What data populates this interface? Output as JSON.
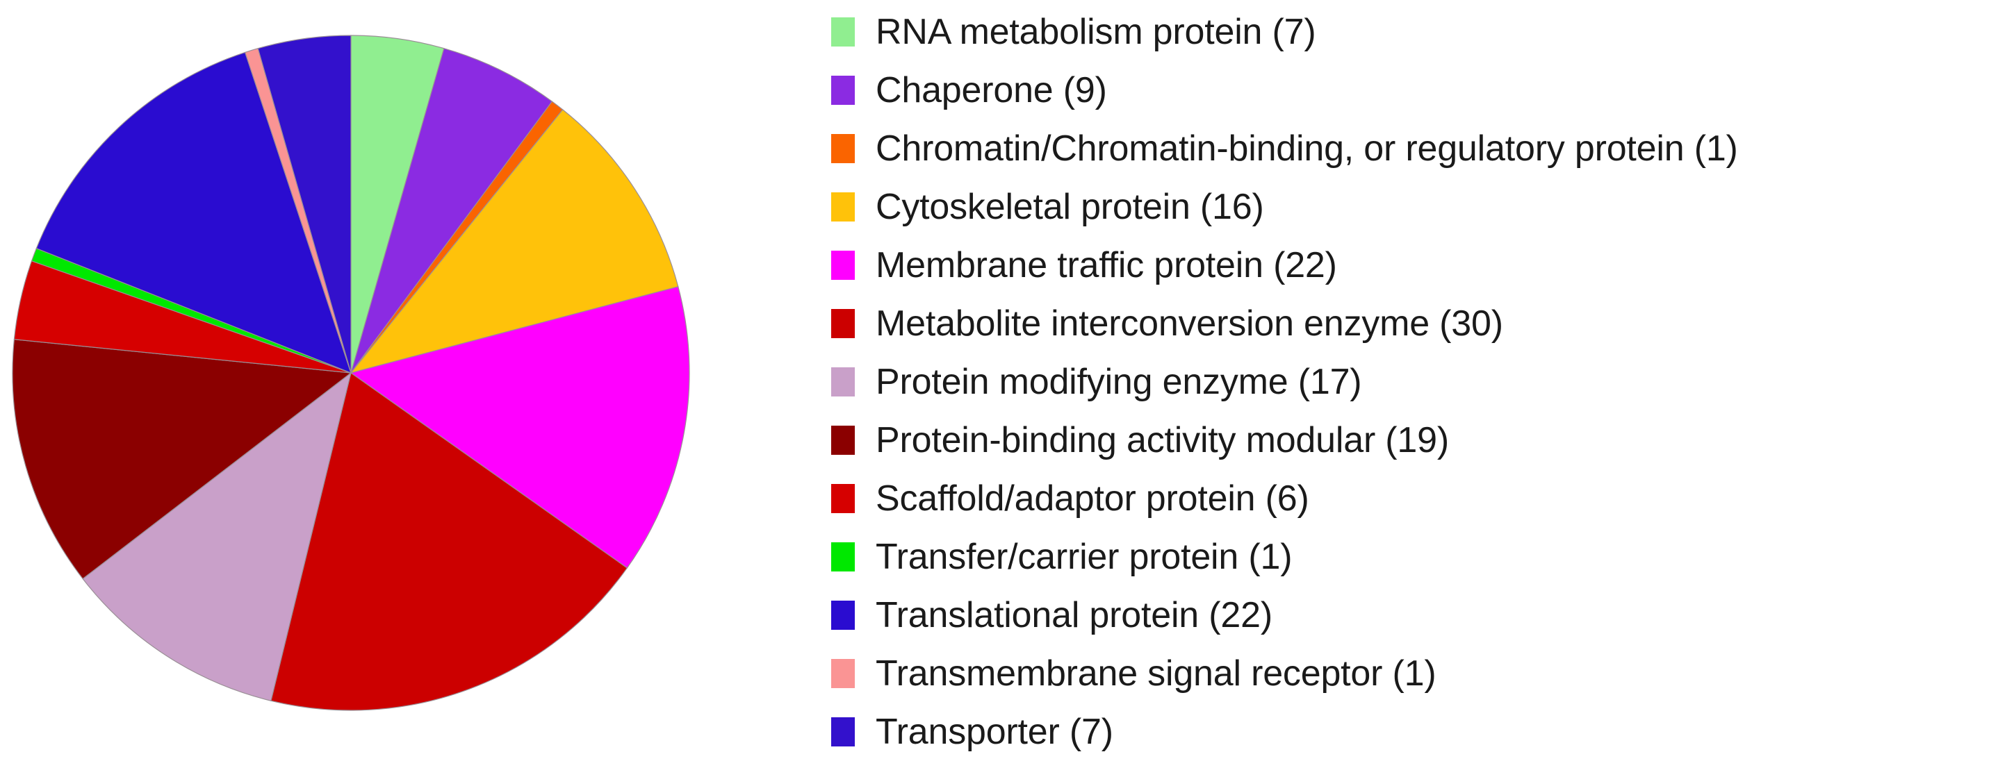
{
  "chart_data": {
    "type": "pie",
    "title": "",
    "xlabel": "",
    "ylabel": "",
    "total": 158,
    "start_angle_deg": 0,
    "direction": "clockwise",
    "legend_position": "right",
    "grid": false,
    "categories": [
      "RNA metabolism protein",
      "Chaperone",
      "Chromatin/Chromatin-binding, or regulatory protein",
      "Cytoskeletal protein",
      "Membrane traffic protein",
      "Metabolite interconversion enzyme",
      "Protein modifying enzyme",
      "Protein-binding activity modular",
      "Scaffold/adaptor protein",
      "Transfer/carrier protein",
      "Translational protein",
      "Transmembrane signal receptor",
      "Transporter"
    ],
    "values": [
      7,
      9,
      1,
      16,
      22,
      30,
      17,
      19,
      6,
      1,
      22,
      1,
      7
    ],
    "colors": [
      "#90EE90",
      "#8B2BE2",
      "#FA6400",
      "#FFC20A",
      "#FF00FF",
      "#CC0000",
      "#C9A0C9",
      "#8B0000",
      "#D60000",
      "#00E800",
      "#2A0CD0",
      "#FA9494",
      "#3311CC"
    ],
    "slice_separator_color": "#9a8f96"
  },
  "legend": {
    "items": [
      {
        "label": "RNA metabolism protein (7)",
        "color": "#90EE90",
        "swatch_name": "swatch-rna-metabolism-protein"
      },
      {
        "label": "Chaperone (9)",
        "color": "#8B2BE2",
        "swatch_name": "swatch-chaperone"
      },
      {
        "label": "Chromatin/Chromatin-binding, or regulatory protein (1)",
        "color": "#FA6400",
        "swatch_name": "swatch-chromatin-regulatory-protein"
      },
      {
        "label": "Cytoskeletal protein (16)",
        "color": "#FFC20A",
        "swatch_name": "swatch-cytoskeletal-protein"
      },
      {
        "label": "Membrane traffic protein (22)",
        "color": "#FF00FF",
        "swatch_name": "swatch-membrane-traffic-protein"
      },
      {
        "label": "Metabolite interconversion enzyme (30)",
        "color": "#CC0000",
        "swatch_name": "swatch-metabolite-interconversion-enzyme"
      },
      {
        "label": "Protein modifying enzyme (17)",
        "color": "#C9A0C9",
        "swatch_name": "swatch-protein-modifying-enzyme"
      },
      {
        "label": "Protein-binding activity modular (19)",
        "color": "#8B0000",
        "swatch_name": "swatch-protein-binding-activity-modular"
      },
      {
        "label": "Scaffold/adaptor protein (6)",
        "color": "#D60000",
        "swatch_name": "swatch-scaffold-adaptor-protein"
      },
      {
        "label": "Transfer/carrier protein (1)",
        "color": "#00E800",
        "swatch_name": "swatch-transfer-carrier-protein"
      },
      {
        "label": "Translational protein (22)",
        "color": "#2A0CD0",
        "swatch_name": "swatch-translational-protein"
      },
      {
        "label": "Transmembrane signal receptor (1)",
        "color": "#FA9494",
        "swatch_name": "swatch-transmembrane-signal-receptor"
      },
      {
        "label": "Transporter (7)",
        "color": "#3311CC",
        "swatch_name": "swatch-transporter"
      }
    ]
  }
}
